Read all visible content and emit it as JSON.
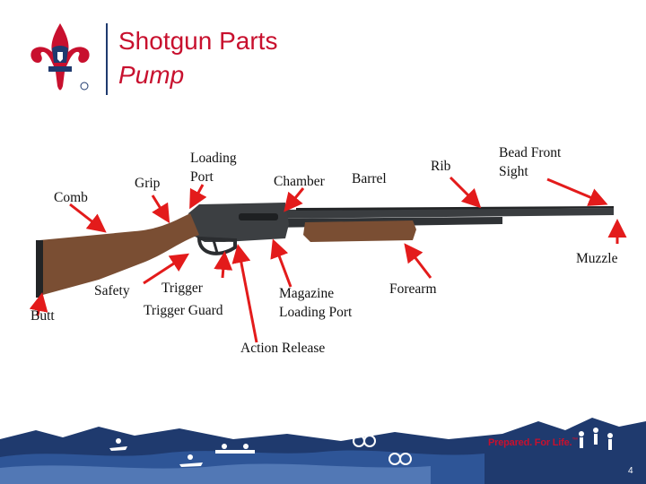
{
  "header": {
    "title": "Shotgun Parts",
    "subtitle": "Pump"
  },
  "labels": {
    "grip": "Grip",
    "loading_port_1": "Loading",
    "loading_port_2": "Port",
    "chamber": "Chamber",
    "barrel": "Barrel",
    "rib": "Rib",
    "bead_front_sight_1": "Bead Front",
    "bead_front_sight_2": "Sight",
    "comb": "Comb",
    "muzzle": "Muzzle",
    "safety": "Safety",
    "trigger": "Trigger",
    "trigger_guard": "Trigger Guard",
    "magazine_loading_port_1": "Magazine",
    "magazine_loading_port_2": "Loading Port",
    "forearm": "Forearm",
    "butt": "Butt",
    "action_release": "Action Release"
  },
  "footer": {
    "tagline": "Prepared. For Life.",
    "tagline_mark": "™",
    "page_number": "4"
  },
  "colors": {
    "title": "#c8102e",
    "arrow": "#e31b1b",
    "footer_band": "#1f3a6e",
    "wood": "#7a4e33",
    "metal": "#3a3d40"
  }
}
